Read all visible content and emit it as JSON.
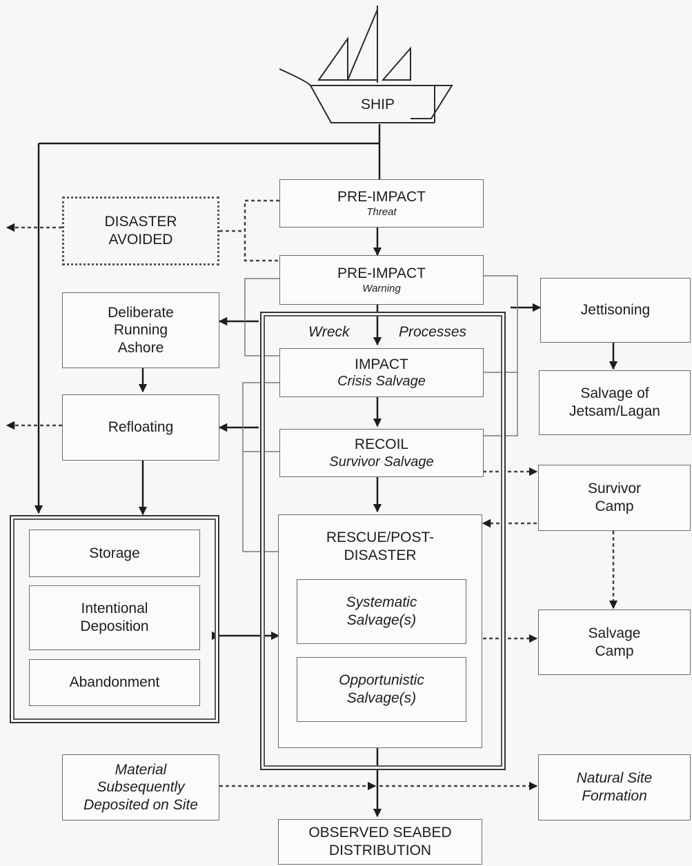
{
  "ship": {
    "label": "SHIP"
  },
  "pre_impact_threat": {
    "title": "PRE-IMPACT",
    "subtitle": "Threat"
  },
  "pre_impact_warning": {
    "title": "PRE-IMPACT",
    "subtitle": "Warning"
  },
  "disaster_avoided": {
    "lines": [
      "DISASTER",
      "AVOIDED"
    ]
  },
  "deliberate_running_ashore": {
    "lines": [
      "Deliberate",
      "Running",
      "Ashore"
    ]
  },
  "refloating": {
    "label": "Refloating"
  },
  "wreck_processes": {
    "left": "Wreck",
    "right": "Processes"
  },
  "impact": {
    "title": "IMPACT",
    "subtitle": "Crisis Salvage"
  },
  "recoil": {
    "title": "RECOIL",
    "subtitle": "Survivor Salvage"
  },
  "rescue": {
    "lines": [
      "RESCUE/POST-",
      "DISASTER"
    ],
    "systematic": [
      "Systematic",
      "Salvage(s)"
    ],
    "opportunistic": [
      "Opportunistic",
      "Salvage(s)"
    ]
  },
  "storage_group": {
    "storage": "Storage",
    "intentional_deposition": [
      "Intentional",
      "Deposition"
    ],
    "abandonment": "Abandonment"
  },
  "jettisoning": {
    "label": "Jettisoning"
  },
  "salvage_jetsam": {
    "lines": [
      "Salvage of",
      "Jetsam/Lagan"
    ]
  },
  "survivor_camp": {
    "lines": [
      "Survivor",
      "Camp"
    ]
  },
  "salvage_camp": {
    "lines": [
      "Salvage",
      "Camp"
    ]
  },
  "material_deposited": {
    "lines": [
      "Material",
      "Subsequently",
      "Deposited on Site"
    ]
  },
  "natural_site_formation": {
    "lines": [
      "Natural Site",
      "Formation"
    ]
  },
  "observed_seabed": {
    "lines": [
      "OBSERVED SEABED",
      "DISTRIBUTION"
    ]
  }
}
